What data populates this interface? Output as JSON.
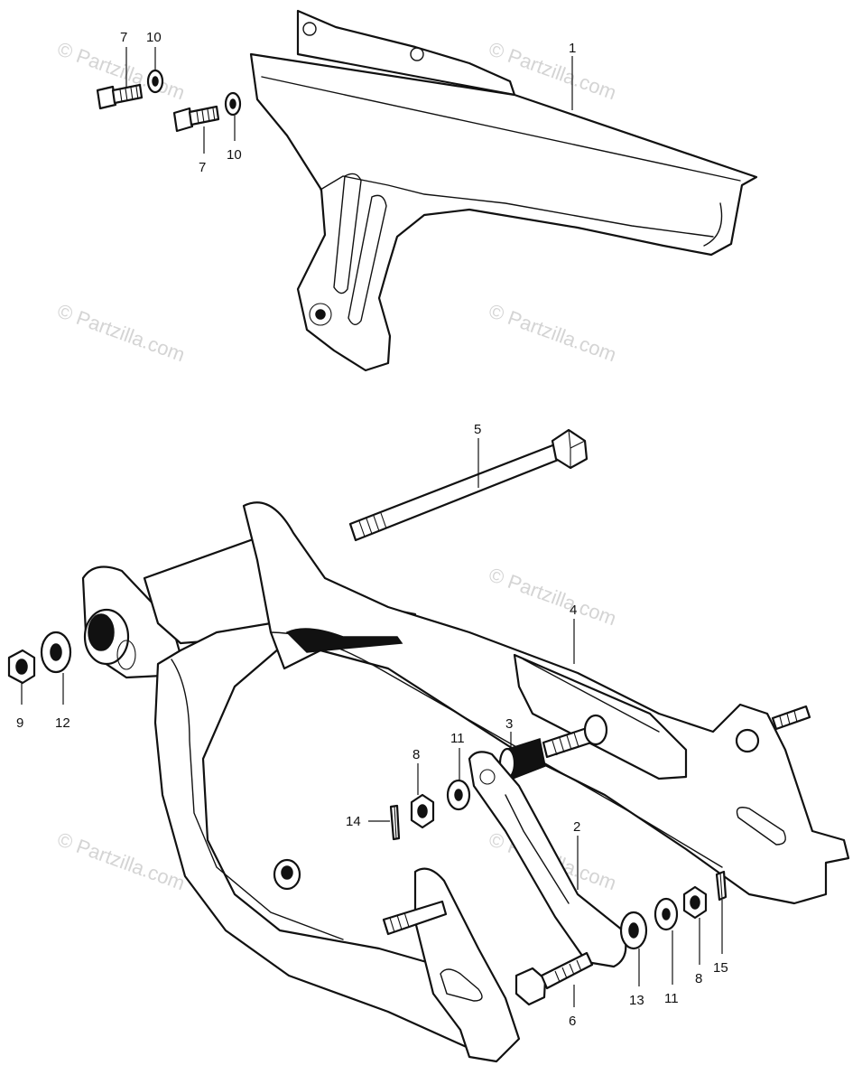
{
  "watermark": {
    "text": "© Partzilla.com"
  },
  "callouts": {
    "c1": "1",
    "c2": "2",
    "c3": "3",
    "c4": "4",
    "c5": "5",
    "c6": "6",
    "c7a": "7",
    "c7b": "7",
    "c8a": "8",
    "c8b": "8",
    "c9": "9",
    "c10a": "10",
    "c10b": "10",
    "c11a": "11",
    "c11b": "11",
    "c12": "12",
    "c13": "13",
    "c14": "14",
    "c15": "15"
  },
  "parts": [
    {
      "ref": "1",
      "name": "chain case"
    },
    {
      "ref": "2",
      "name": "torque link"
    },
    {
      "ref": "3",
      "name": "bolt"
    },
    {
      "ref": "4",
      "name": "swing arm"
    },
    {
      "ref": "5",
      "name": "pivot bolt"
    },
    {
      "ref": "6",
      "name": "bolt"
    },
    {
      "ref": "7",
      "name": "bolt"
    },
    {
      "ref": "8",
      "name": "nut"
    },
    {
      "ref": "9",
      "name": "nut"
    },
    {
      "ref": "10",
      "name": "washer"
    },
    {
      "ref": "11",
      "name": "washer"
    },
    {
      "ref": "12",
      "name": "washer"
    },
    {
      "ref": "13",
      "name": "washer"
    },
    {
      "ref": "14",
      "name": "cotter pin"
    },
    {
      "ref": "15",
      "name": "cotter pin"
    }
  ]
}
